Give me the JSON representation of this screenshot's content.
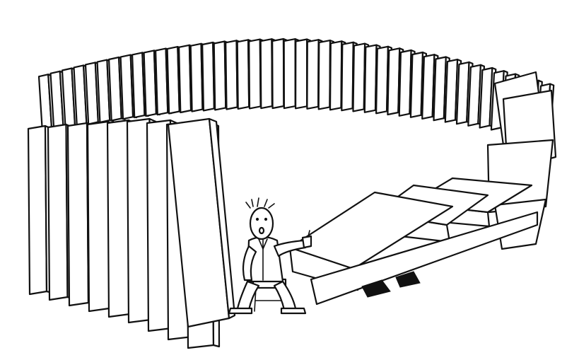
{
  "scene": {
    "type": "cartoon-illustration",
    "subject": "falling-dominoes-ring",
    "colors": {
      "ink": "#111111",
      "paper": "#ffffff"
    },
    "elements": {
      "back_ring_dominoes": 44,
      "front_left_dominoes": 9,
      "right_curve_dominoes": 3,
      "fallen_dominoes": 3,
      "figure": "seated-man-hitchhiking-gesture",
      "stool": "small-wooden-stool"
    }
  }
}
